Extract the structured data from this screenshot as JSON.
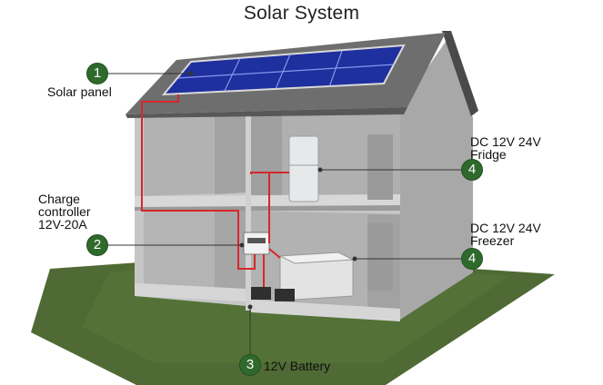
{
  "title": "Solar System",
  "callouts": [
    {
      "number": "1",
      "lines": [
        "Solar panel"
      ]
    },
    {
      "number": "2",
      "lines": [
        "Charge",
        "controller",
        "12V-20A"
      ]
    },
    {
      "number": "3",
      "lines": [
        "12V Battery"
      ]
    },
    {
      "number": "4",
      "lines": [
        "DC 12V 24V",
        "Fridge"
      ]
    },
    {
      "number": "4",
      "lines": [
        "DC 12V 24V",
        "Freezer"
      ]
    }
  ],
  "colors": {
    "badge": "#2f6a2c",
    "wire": "#d8262a",
    "solar_panel": "#1e2f9e",
    "lawn": "#4f6a34",
    "wall": "#bdbdbd",
    "roof": "#6e6e6e"
  }
}
